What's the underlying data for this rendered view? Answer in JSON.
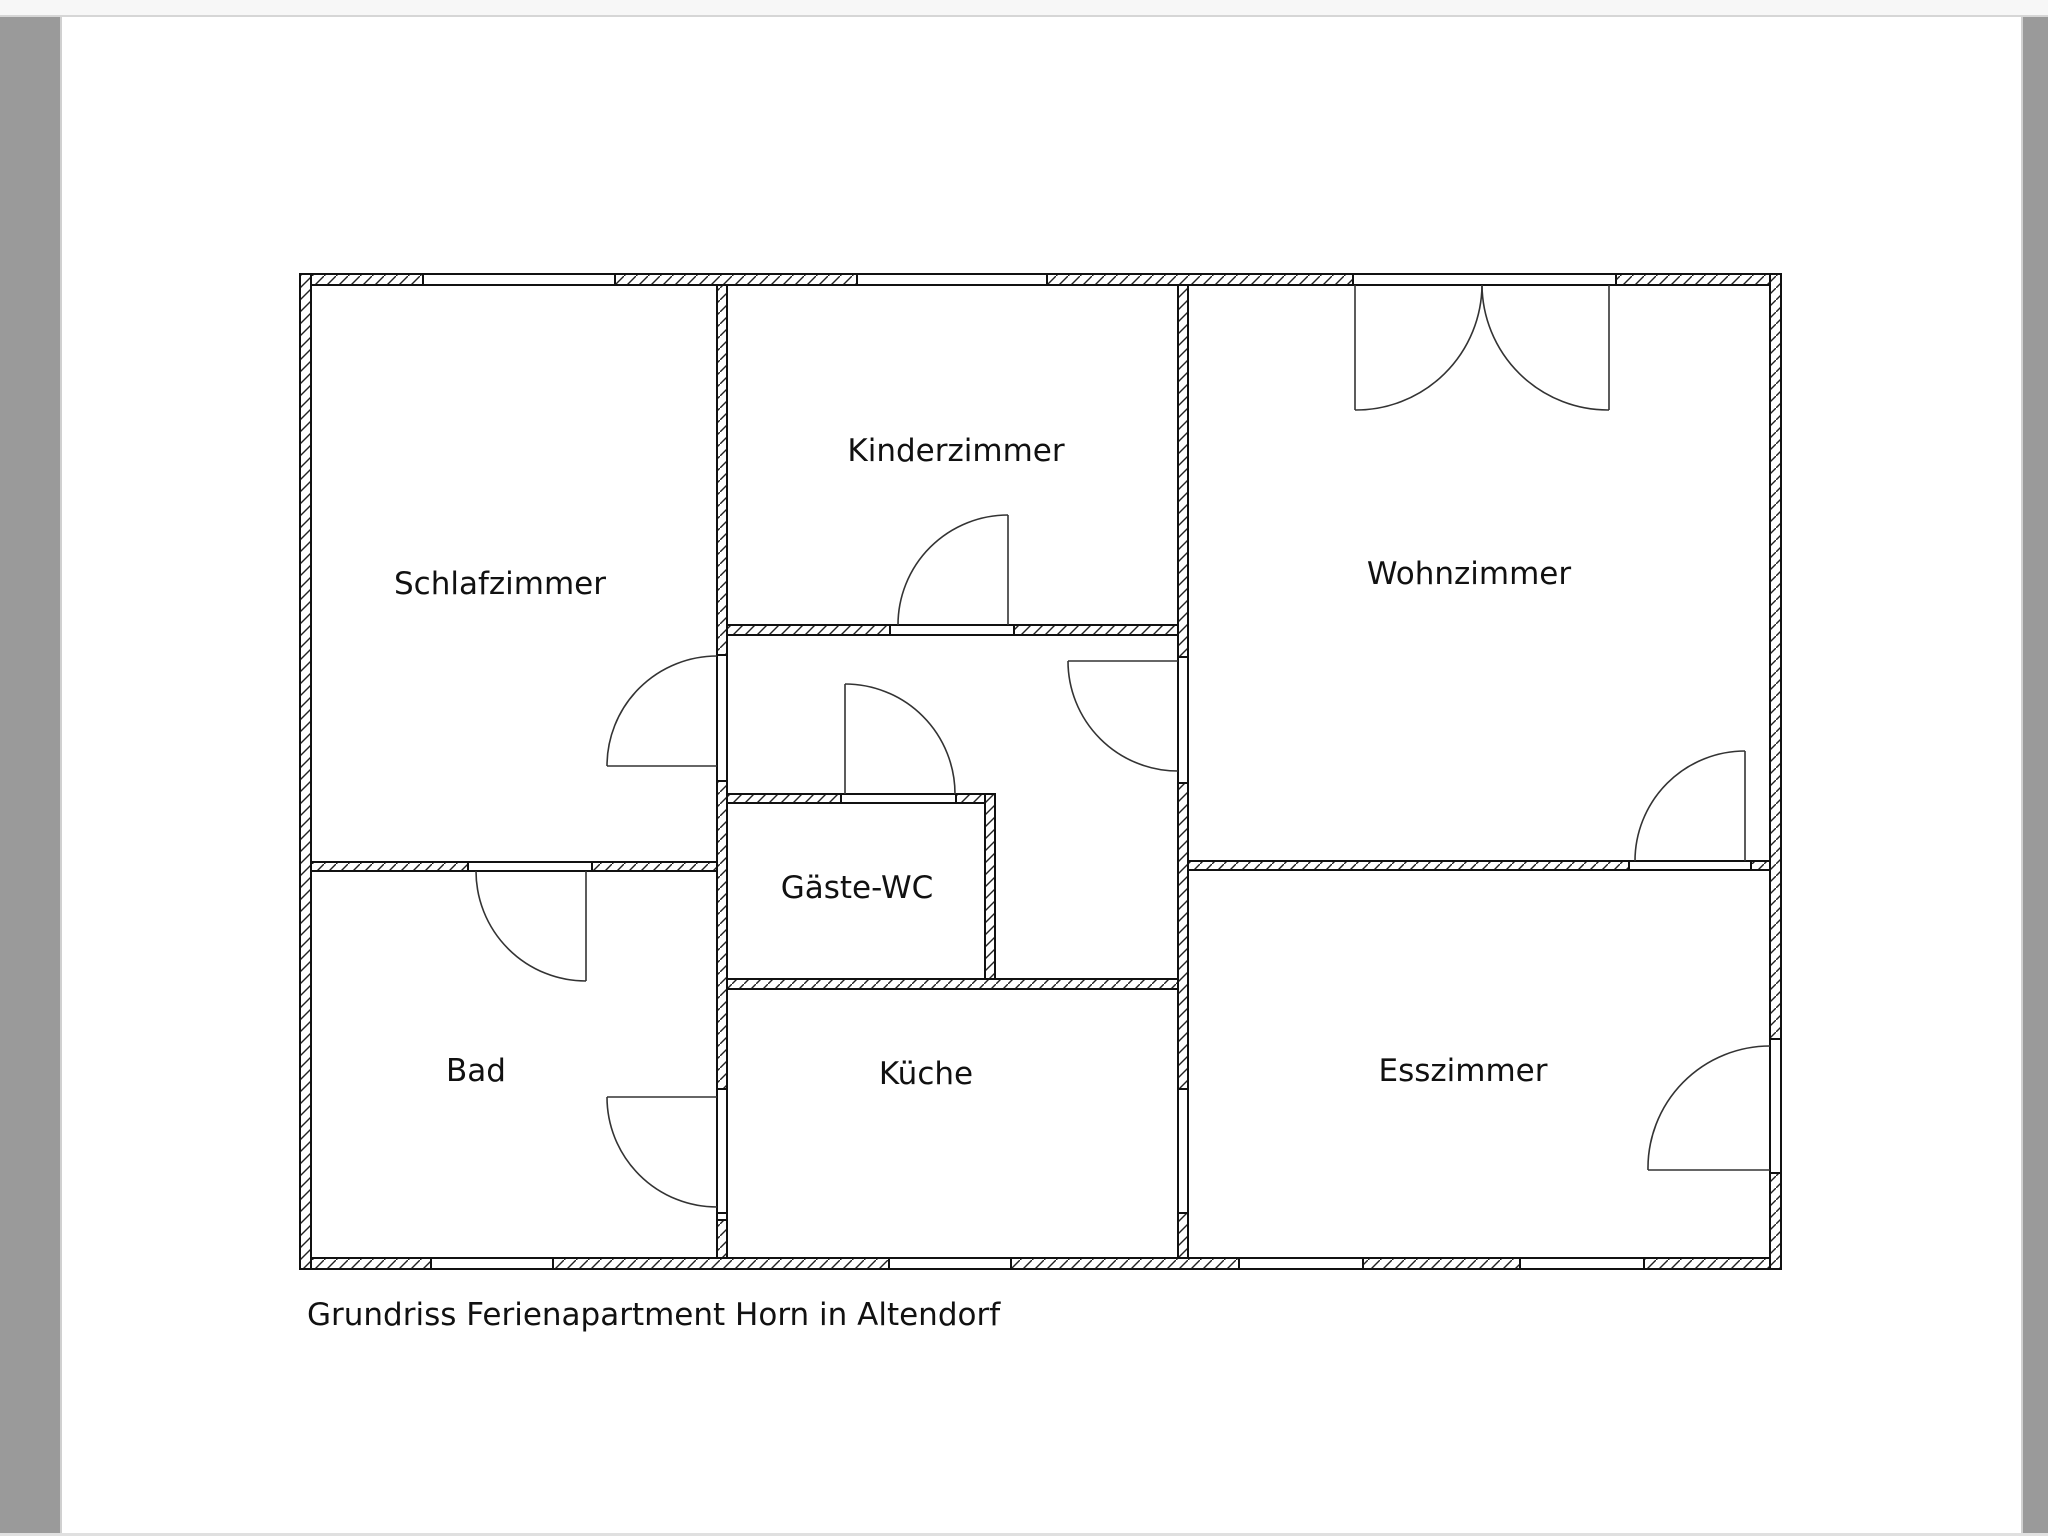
{
  "viewer": {
    "background_color": "#9a9a9a",
    "page_color": "#ffffff"
  },
  "floorplan": {
    "caption": "Grundriss Ferienapartment Horn in Altendorf",
    "rooms": [
      {
        "id": "schlafzimmer",
        "label": "Schlafzimmer"
      },
      {
        "id": "kinderzimmer",
        "label": "Kinderzimmer"
      },
      {
        "id": "wohnzimmer",
        "label": "Wohnzimmer"
      },
      {
        "id": "gaeste-wc",
        "label": "Gäste-WC"
      },
      {
        "id": "bad",
        "label": "Bad"
      },
      {
        "id": "kueche",
        "label": "Küche"
      },
      {
        "id": "esszimmer",
        "label": "Esszimmer"
      }
    ],
    "wall_color": "#111111",
    "hatch_color": "#222222"
  }
}
